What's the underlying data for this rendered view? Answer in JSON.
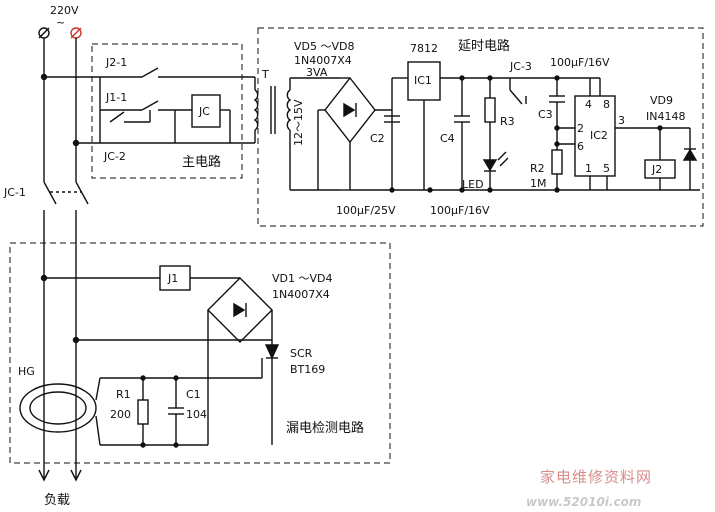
{
  "supply": {
    "voltage": "220V",
    "ac_symbol": "~"
  },
  "blocks": {
    "main_circuit": "主电路",
    "delay_circuit": "延时电路",
    "leak_detect": "漏电检测电路"
  },
  "main": {
    "J2_1": "J2-1",
    "J1_1": "J1-1",
    "JC": "JC",
    "JC_2": "JC-2",
    "JC_1": "JC-1",
    "T": "T"
  },
  "transformer": {
    "secondary": "12～15V",
    "power": "3VA"
  },
  "delay": {
    "bridge_name": "VD5 ～VD8",
    "bridge_part": "1N4007X4",
    "regulator": "7812",
    "IC1": "IC1",
    "C2": "C2",
    "C2_val": "100μF/25V",
    "C4": "C4",
    "C4_val": "100μF/16V",
    "R3": "R3",
    "LED": "LED",
    "JC_3": "JC-3",
    "C3": "C3",
    "C3_val": "100μF/16V",
    "R2": "R2",
    "R2_val": "1M",
    "IC2": "IC2",
    "pins": [
      "4",
      "8",
      "2",
      "6",
      "3",
      "1",
      "5"
    ],
    "VD9": "VD9",
    "VD9_part": "IN4148",
    "J2": "J2"
  },
  "leak": {
    "J1": "J1",
    "bridge_name": "VD1 ～VD4",
    "bridge_part": "1N4007X4",
    "SCR": "SCR",
    "SCR_part": "BT169",
    "HG": "HG",
    "R1": "R1",
    "R1_val": "200",
    "C1": "C1",
    "C1_val": "104"
  },
  "load": "负载",
  "watermark": {
    "cn": "家电维修资料网",
    "url": "www.52010i.com"
  }
}
